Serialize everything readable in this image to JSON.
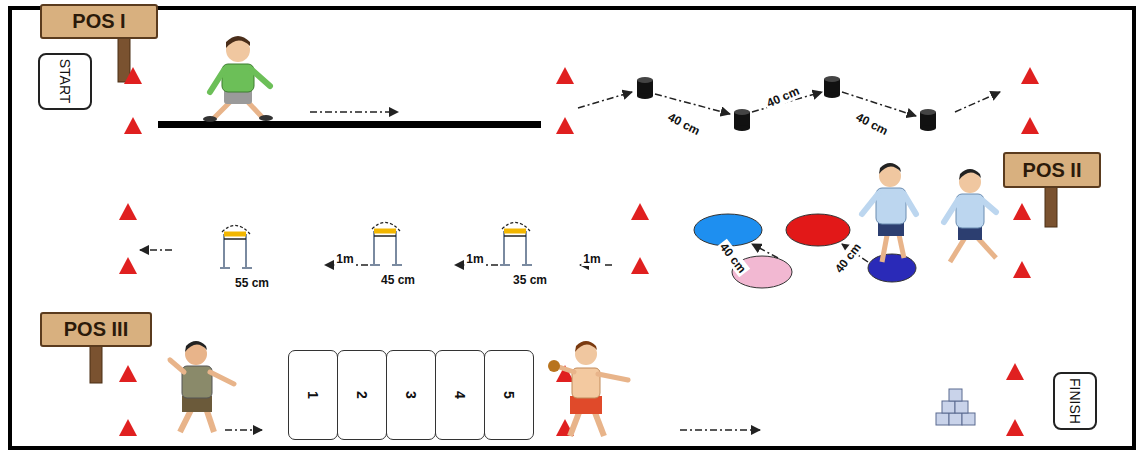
{
  "diagram": {
    "nodes": [
      {
        "text": [
          "POS I"
        ]
      },
      {
        "text": [
          "START"
        ]
      },
      {
        "text": [
          "POS II"
        ]
      },
      {
        "text": [
          "POS III"
        ]
      },
      {
        "text": [
          "1"
        ]
      },
      {
        "text": [
          "2"
        ]
      },
      {
        "text": [
          "3"
        ]
      },
      {
        "text": [
          "4"
        ]
      },
      {
        "text": [
          "5"
        ]
      },
      {
        "text": [
          "FINISH"
        ]
      }
    ],
    "labels": [
      "40 cm",
      "40 cm",
      "40 cm",
      "40 cm",
      "40 cm",
      "55 cm",
      "1m",
      "45 cm",
      "1m",
      "35 cm",
      "1m"
    ]
  }
}
